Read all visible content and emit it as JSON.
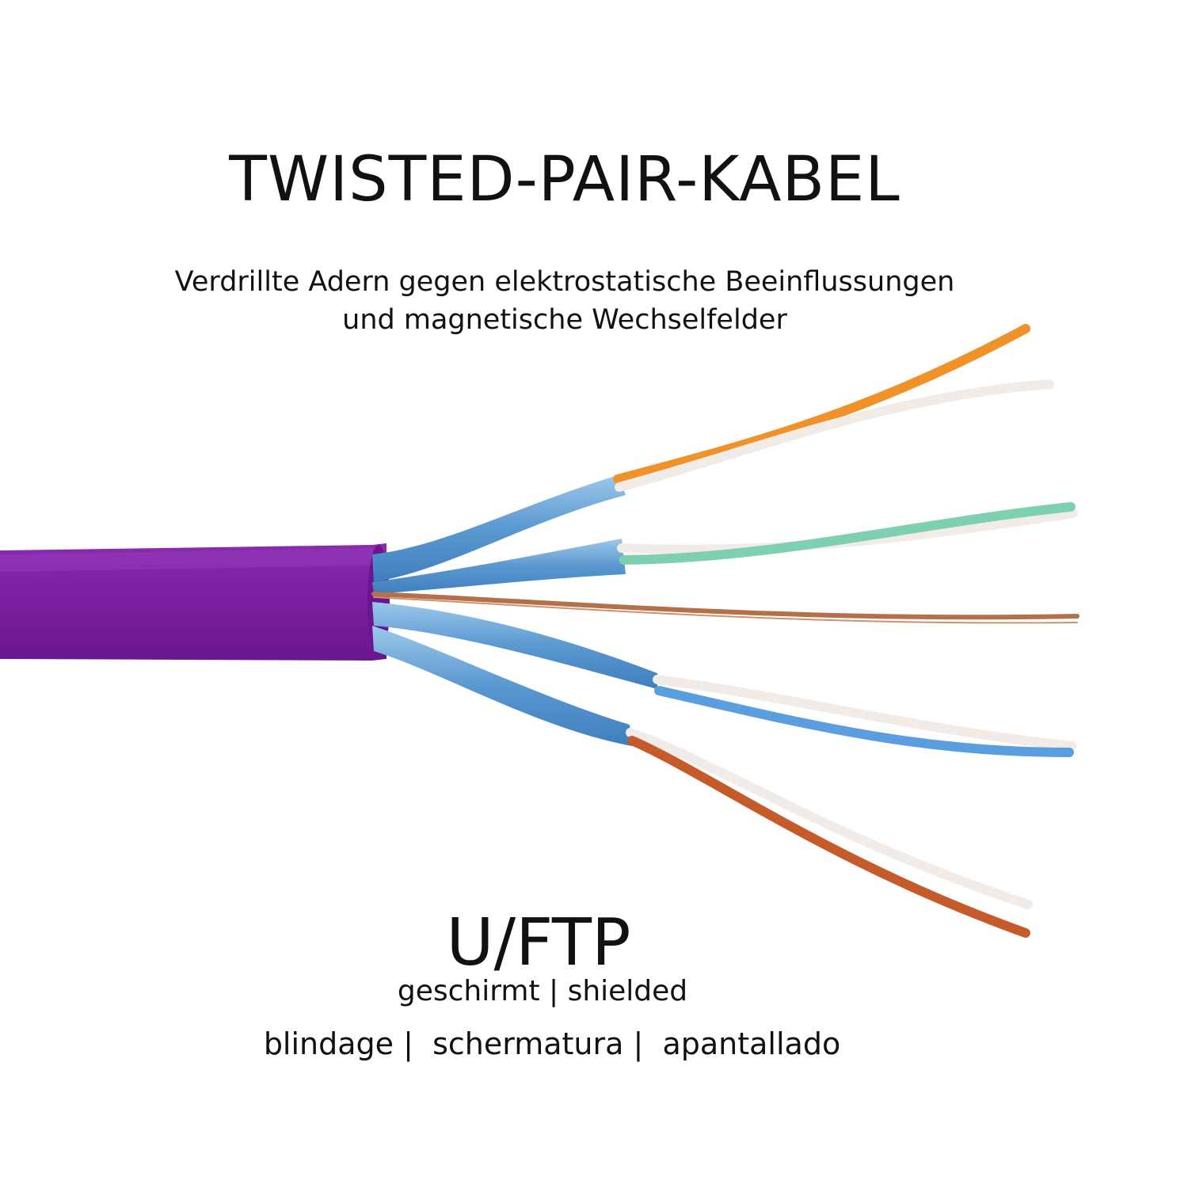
{
  "heading": {
    "title": "TWISTED-PAIR-KABEL",
    "subtitle_line1": "Verdrillte Adern gegen elektrostatische Beeinflussungen",
    "subtitle_line2": "und magnetische Wechselfelder"
  },
  "shielding": {
    "type": "U/FTP",
    "de_en": "geschirmt | shielded",
    "fr": "blindage",
    "it": "schermatura",
    "es": "apantallado",
    "separator": " |  "
  },
  "colors": {
    "jacket": "#7b1fa0",
    "foil": "#6aa7d6",
    "orange": "#f0922a",
    "green": "#7fd0b0",
    "blue": "#5b9ee0",
    "brown": "#c55a2a",
    "white": "#f2ece8",
    "copper": "#b4704a"
  }
}
